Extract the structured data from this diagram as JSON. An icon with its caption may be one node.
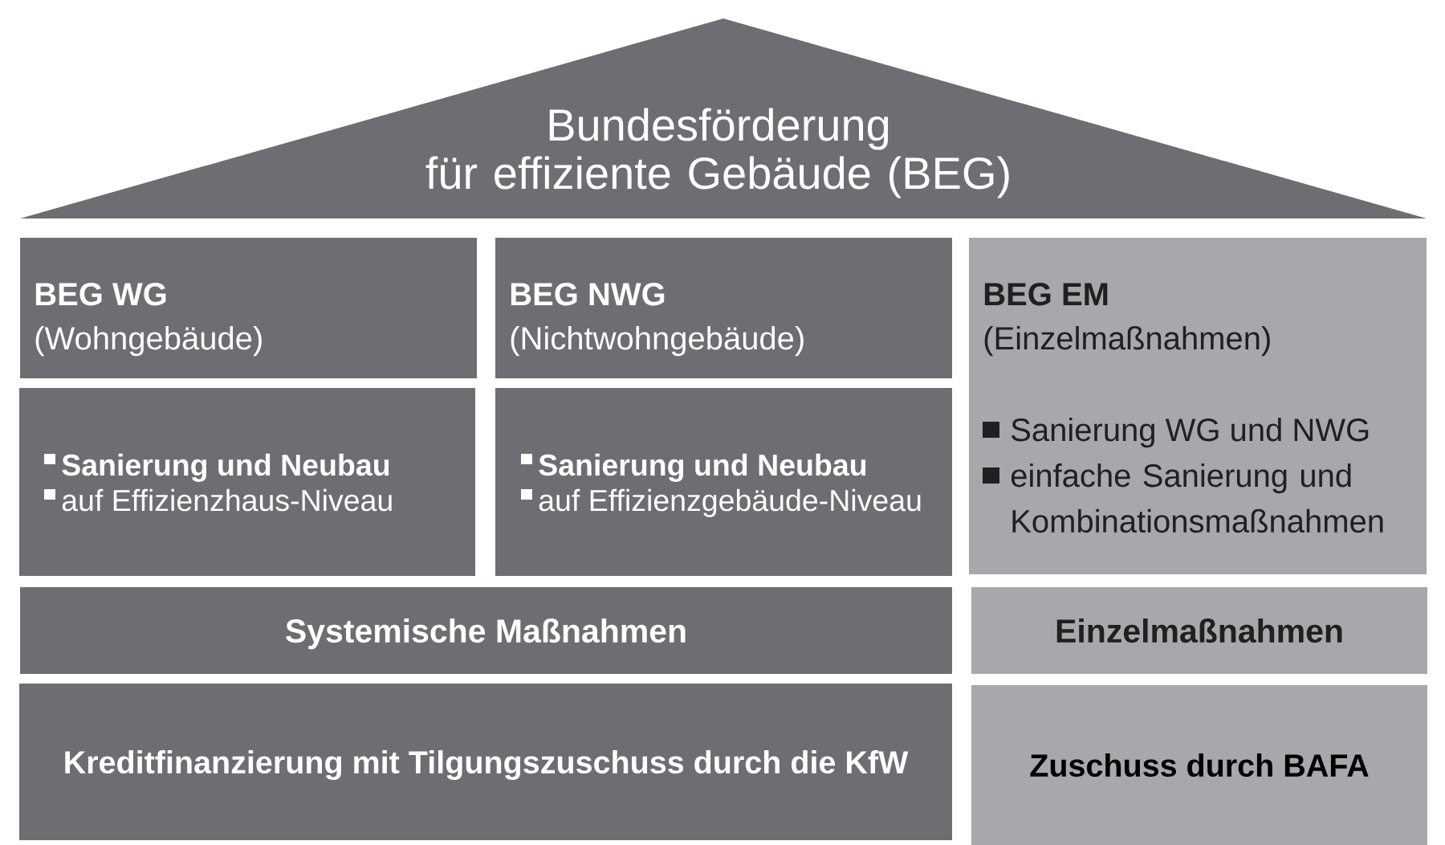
{
  "diagram": {
    "nodes": [
      {
        "text": [
          "Bundesförderung für effiziente Gebäude (BEG)"
        ]
      },
      {
        "text": [
          "BEG WG",
          "(Wohngebäude)"
        ]
      },
      {
        "text": [
          "Sanierung und Neubau",
          "auf Effizienzhaus-Niveau"
        ]
      },
      {
        "text": [
          "BEG NWG",
          "(Nichtwohngebäude)"
        ]
      },
      {
        "text": [
          "Sanierung und Neubau",
          "auf Effizienzgebäude-Niveau"
        ]
      },
      {
        "text": [
          "BEG EM",
          "(Einzelmaßnahmen)",
          "Sanierung WG und NWG",
          "einfache Sanierung und Kombinationsmaßnahmen"
        ]
      },
      {
        "text": [
          "Systemische Maßnahmen"
        ]
      },
      {
        "text": [
          "Einzelmaßnahmen"
        ]
      },
      {
        "text": [
          "Kreditfinanzierung mit Tilgungszuschuss durch die KfW"
        ]
      },
      {
        "text": [
          "Zuschuss durch BAFA"
        ]
      }
    ]
  }
}
